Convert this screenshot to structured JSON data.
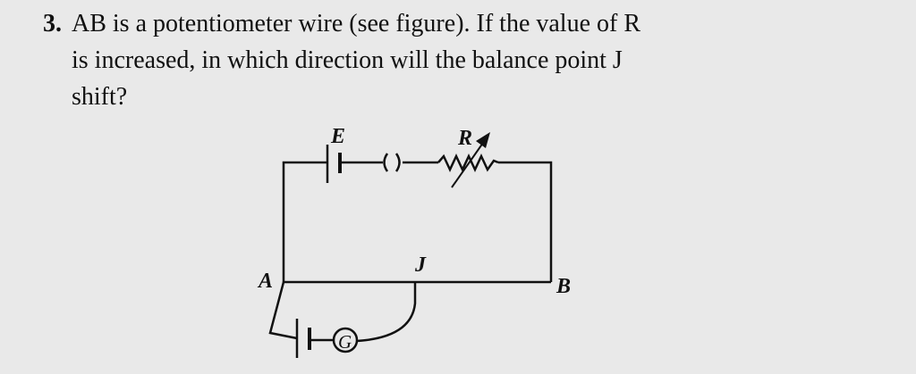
{
  "question": {
    "number": "3.",
    "lines": [
      "AB is a potentiometer wire (see figure). If the value of R",
      "is increased, in which direction will the balance point J",
      "shift?"
    ]
  },
  "figure": {
    "labels": {
      "E": "E",
      "R": "R",
      "A": "A",
      "B": "B",
      "J": "J",
      "G": "G"
    }
  }
}
